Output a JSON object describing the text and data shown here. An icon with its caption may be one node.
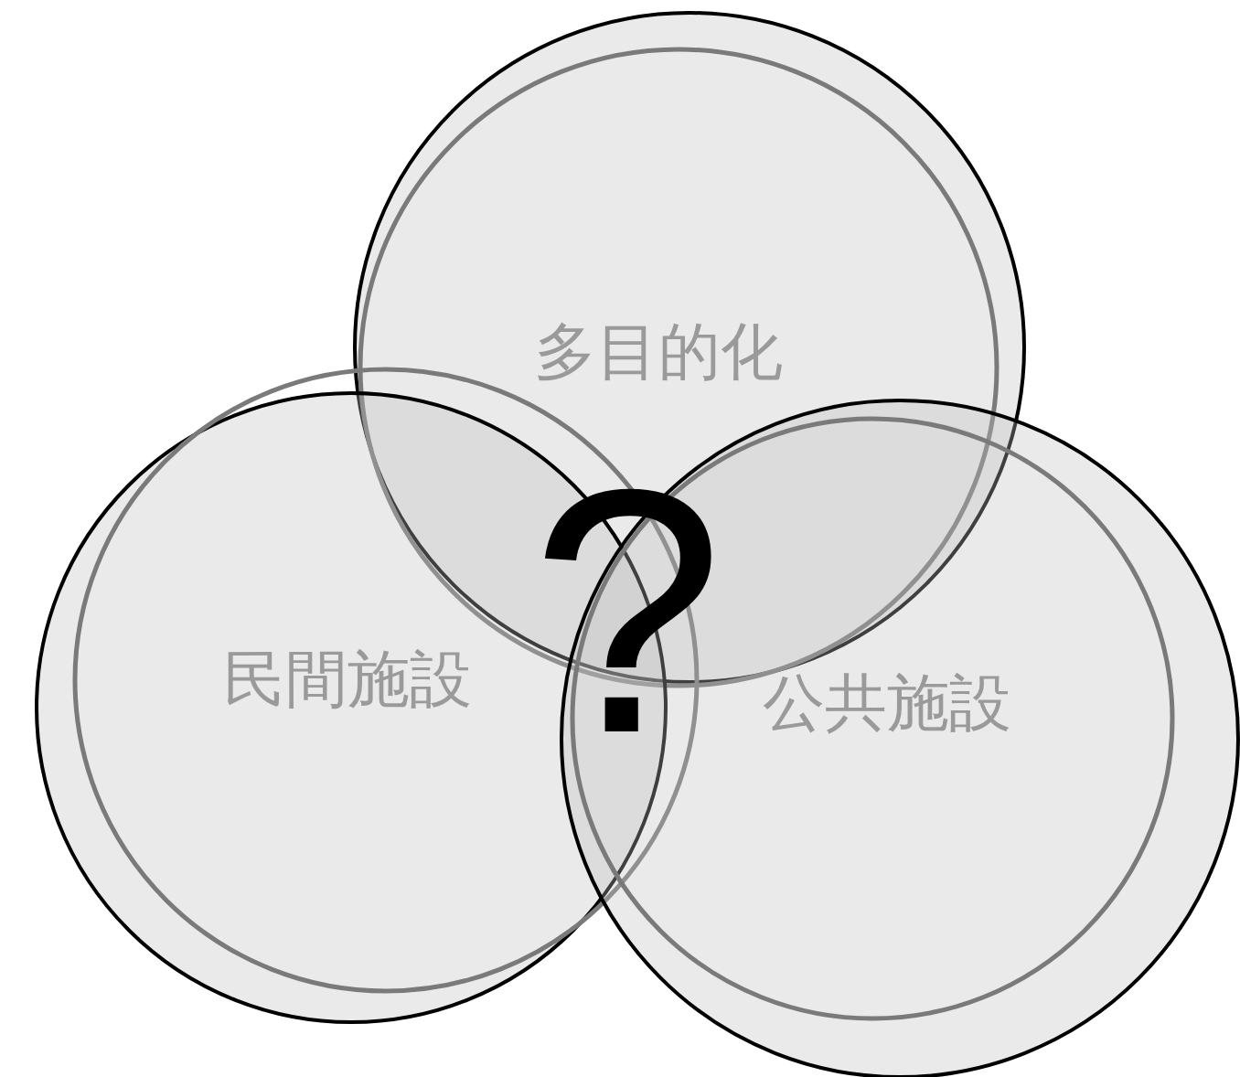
{
  "diagram": {
    "nodes": [
      {
        "text": [
          "多目的化"
        ]
      },
      {
        "text": [
          "民間施設"
        ]
      },
      {
        "text": [
          "公共施設"
        ]
      }
    ],
    "labels": [
      "?"
    ]
  }
}
